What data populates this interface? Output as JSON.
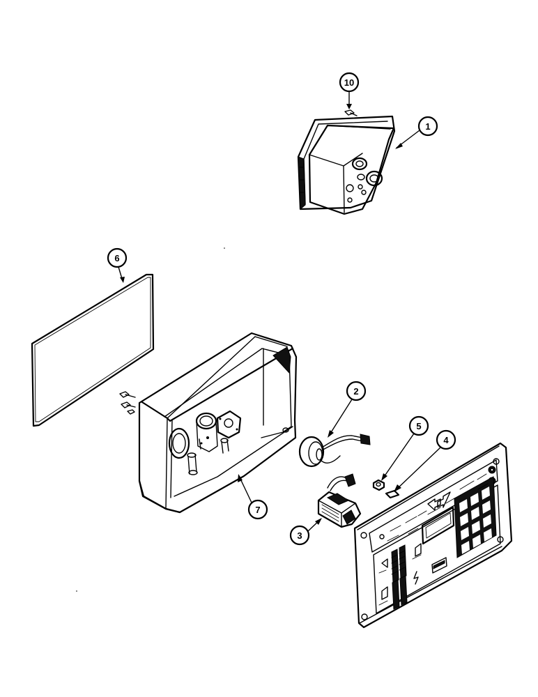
{
  "callouts": [
    {
      "id": "part-10",
      "label": "10"
    },
    {
      "id": "part-1",
      "label": "1"
    },
    {
      "id": "part-6",
      "label": "6"
    },
    {
      "id": "part-2",
      "label": "2"
    },
    {
      "id": "part-5",
      "label": "5"
    },
    {
      "id": "part-4",
      "label": "4"
    },
    {
      "id": "part-7",
      "label": "7"
    },
    {
      "id": "part-3",
      "label": "3"
    }
  ],
  "colors": {
    "ink": "#000000",
    "paper": "#ffffff"
  }
}
